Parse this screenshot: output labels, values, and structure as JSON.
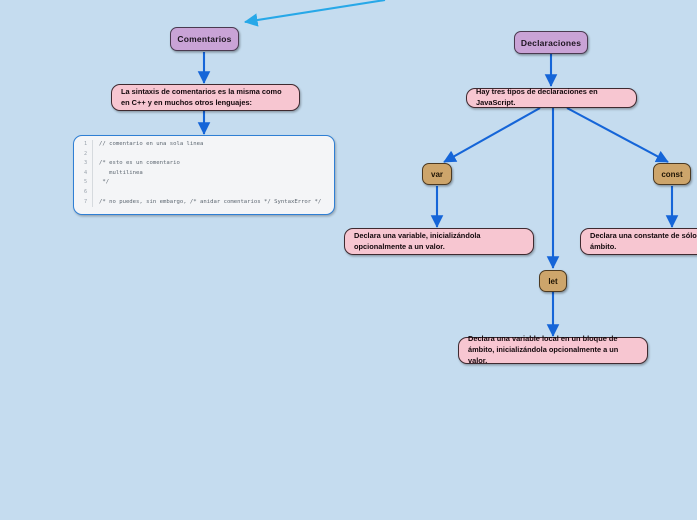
{
  "diagram": {
    "background_color": "#c5dcef",
    "title_hidden": "",
    "colors": {
      "topic_fill": "#c9a3d6",
      "keyword_fill": "#cda56b",
      "note_fill": "#f7c6d1",
      "edge_blue": "#1565d8",
      "edge_light_blue": "#27a8e8",
      "code_border": "#2f7fd4",
      "code_background": "#f4f5f7"
    }
  },
  "nodes": {
    "comentarios": {
      "label": "Comentarios"
    },
    "comentarios_note": {
      "label": "La sintaxis de comentarios es la misma como en C++ y en muchos otros lenguajes:"
    },
    "declaraciones": {
      "label": "Declaraciones"
    },
    "declaraciones_note": {
      "label": "Hay tres tipos de declaraciones en JavaScript."
    },
    "var": {
      "label": "var"
    },
    "var_note": {
      "label": "Declara una variable, inicializándola opcionalmente a un valor."
    },
    "let": {
      "label": "let"
    },
    "let_note": {
      "label": "Declara una variable local en un bloque de ámbito, inicializándola opcionalmente a un valor."
    },
    "const": {
      "label": "const"
    },
    "const_note": {
      "label": "Declara una constante de sólo lectura de ámbito."
    }
  },
  "code_block": {
    "lines": [
      {
        "number": "1",
        "text": "// comentario en una sola linea"
      },
      {
        "number": "2",
        "text": ""
      },
      {
        "number": "3",
        "text": "/* esto es un comentario"
      },
      {
        "number": "4",
        "text": "   multilinea"
      },
      {
        "number": "5",
        "text": " */"
      },
      {
        "number": "6",
        "text": ""
      },
      {
        "number": "7",
        "text": "/* no puedes, sin embargo, /* anidar comentarios */ SyntaxError */"
      }
    ]
  },
  "edges": [
    {
      "name": "incoming-to-comentarios",
      "color": "#27a8e8"
    },
    {
      "name": "comentarios-to-note",
      "color": "#1565d8"
    },
    {
      "name": "note-to-codeblock",
      "color": "#1565d8"
    },
    {
      "name": "declaraciones-to-note",
      "color": "#1565d8"
    },
    {
      "name": "note-to-var",
      "color": "#1565d8"
    },
    {
      "name": "note-to-let",
      "color": "#1565d8"
    },
    {
      "name": "note-to-const",
      "color": "#1565d8"
    },
    {
      "name": "var-to-note",
      "color": "#1565d8"
    },
    {
      "name": "let-to-note",
      "color": "#1565d8"
    },
    {
      "name": "const-to-note",
      "color": "#1565d8"
    }
  ]
}
